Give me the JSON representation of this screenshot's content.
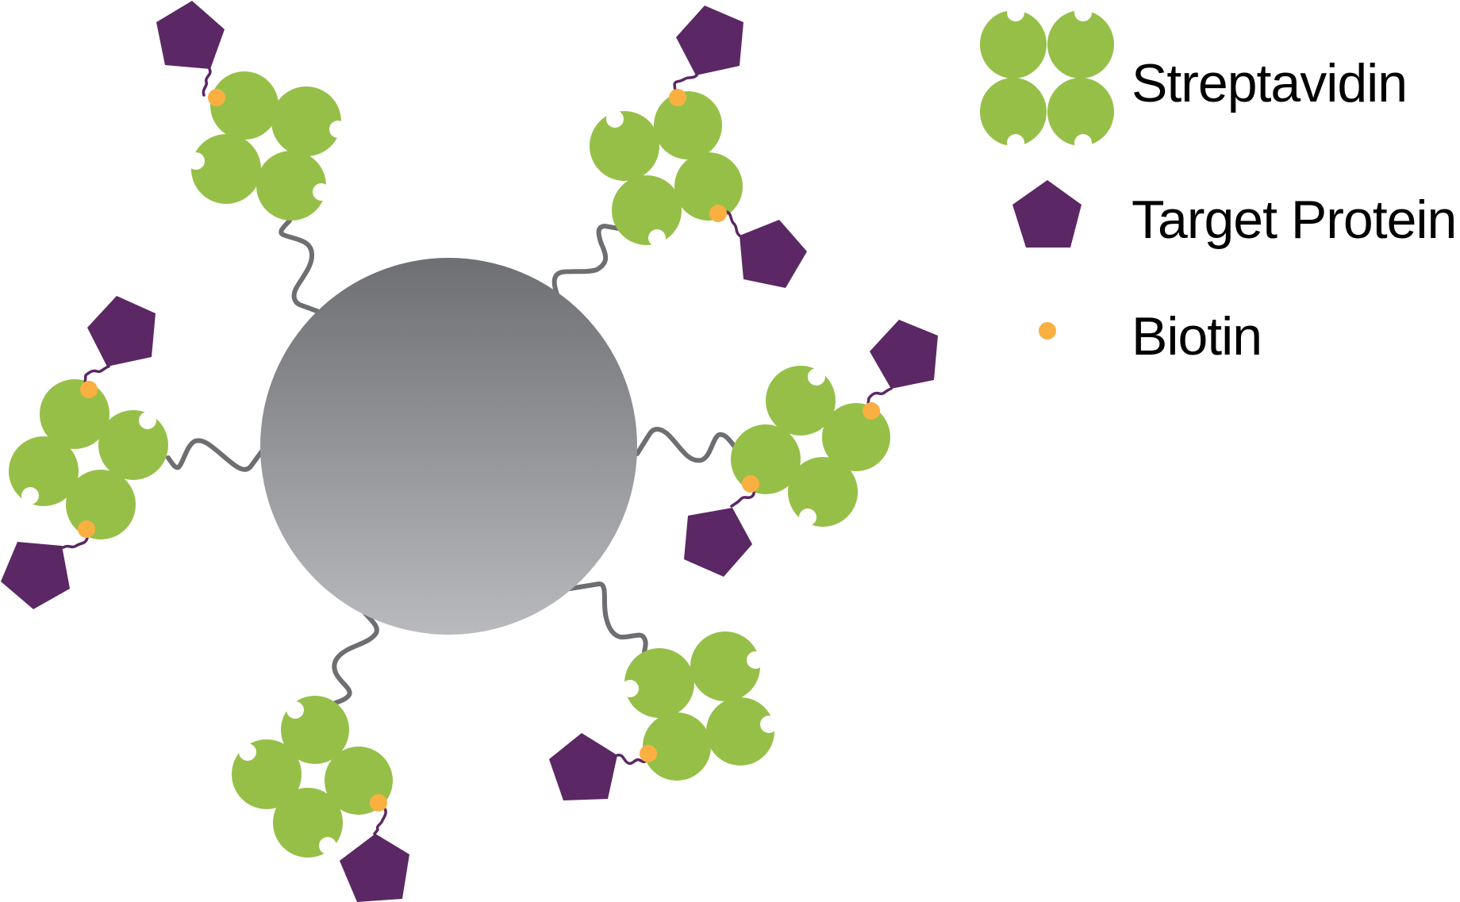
{
  "colors": {
    "streptavidin": "#96BF48",
    "target_protein": "#5B2764",
    "biotin": "#F9B040",
    "linker": "#6D6E71",
    "bead_top": "#6E6F73",
    "bead_bottom": "#B9BABE"
  },
  "legend": {
    "items": [
      {
        "label": "Streptavidin",
        "icon": "streptavidin-tetramer-icon"
      },
      {
        "label": "Target Protein",
        "icon": "pentagon-icon"
      },
      {
        "label": "Biotin",
        "icon": "orange-dot-icon"
      }
    ]
  },
  "diagram": {
    "center": {
      "name": "bead",
      "shape": "gray gradient sphere"
    },
    "clusters": [
      {
        "position": "top-left",
        "proteins": 1,
        "biotins": 1
      },
      {
        "position": "top-right",
        "proteins": 2,
        "biotins": 2
      },
      {
        "position": "left",
        "proteins": 2,
        "biotins": 2
      },
      {
        "position": "right",
        "proteins": 2,
        "biotins": 2
      },
      {
        "position": "bottom-left",
        "proteins": 1,
        "biotins": 1
      },
      {
        "position": "bottom-right",
        "proteins": 1,
        "biotins": 1
      }
    ]
  }
}
